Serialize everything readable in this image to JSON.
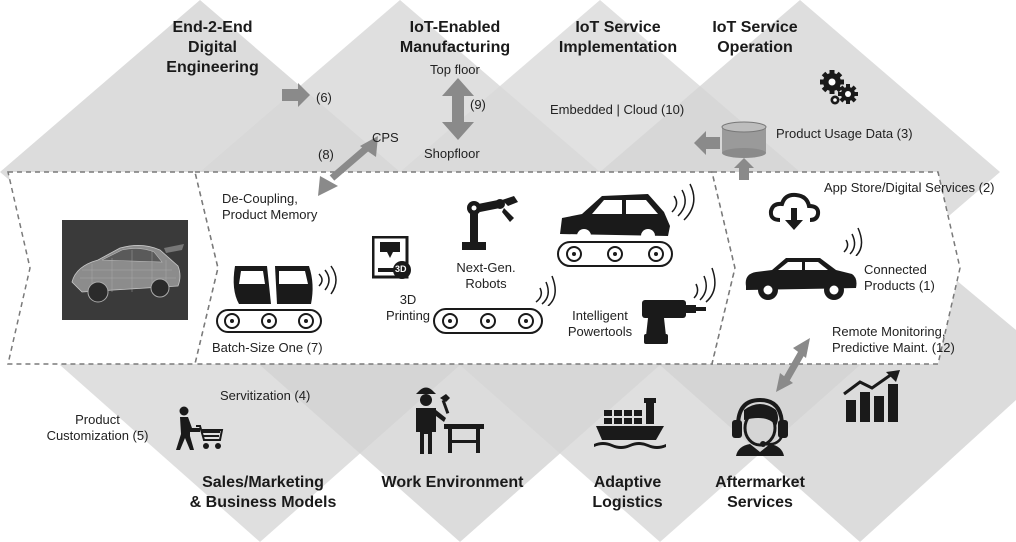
{
  "headings": {
    "e2e": [
      "End-2-End",
      "Digital",
      "Engineering"
    ],
    "iot_mfg": [
      "IoT-Enabled",
      "Manufacturing"
    ],
    "iot_impl": [
      "IoT Service",
      "Implementation"
    ],
    "iot_op": [
      "IoT Service",
      "Operation"
    ],
    "sales": [
      "Sales/Marketing",
      "& Business Models"
    ],
    "work": [
      "Work Environment"
    ],
    "logistics": [
      "Adaptive",
      "Logistics"
    ],
    "aftermarket": [
      "Aftermarket",
      "Services"
    ]
  },
  "labels": {
    "l6": "(6)",
    "top_floor": "Top floor",
    "l9": "(9)",
    "shopfloor": "Shopfloor",
    "cps": "CPS",
    "l8": "(8)",
    "embedded_cloud": "Embedded | Cloud (10)",
    "product_usage": "Product Usage Data  (3)",
    "app_store": "App Store/Digital Services (2)",
    "decoupling": [
      "De-Coupling,",
      "Product Memory"
    ],
    "printing": [
      "3D",
      "Printing"
    ],
    "robots": [
      "Next-Gen.",
      "Robots"
    ],
    "powertools": [
      "Intelligent",
      "Powertools"
    ],
    "batch": "Batch-Size One (7)",
    "connected": [
      "Connected",
      "Products (1)"
    ],
    "remote": [
      "Remote Monitoring,",
      "Predictive Maint. (12)"
    ],
    "servitization": "Servitization (4)",
    "customization": [
      "Product",
      "Customization (5)"
    ],
    "printer_badge": "3D"
  },
  "colors": {
    "diamond": "#d4d4d4",
    "diamond_dark": "#c2c2c2",
    "arrow": "#8a8a8a",
    "icon": "#1a1a1a",
    "dash": "#7a7a7a"
  }
}
